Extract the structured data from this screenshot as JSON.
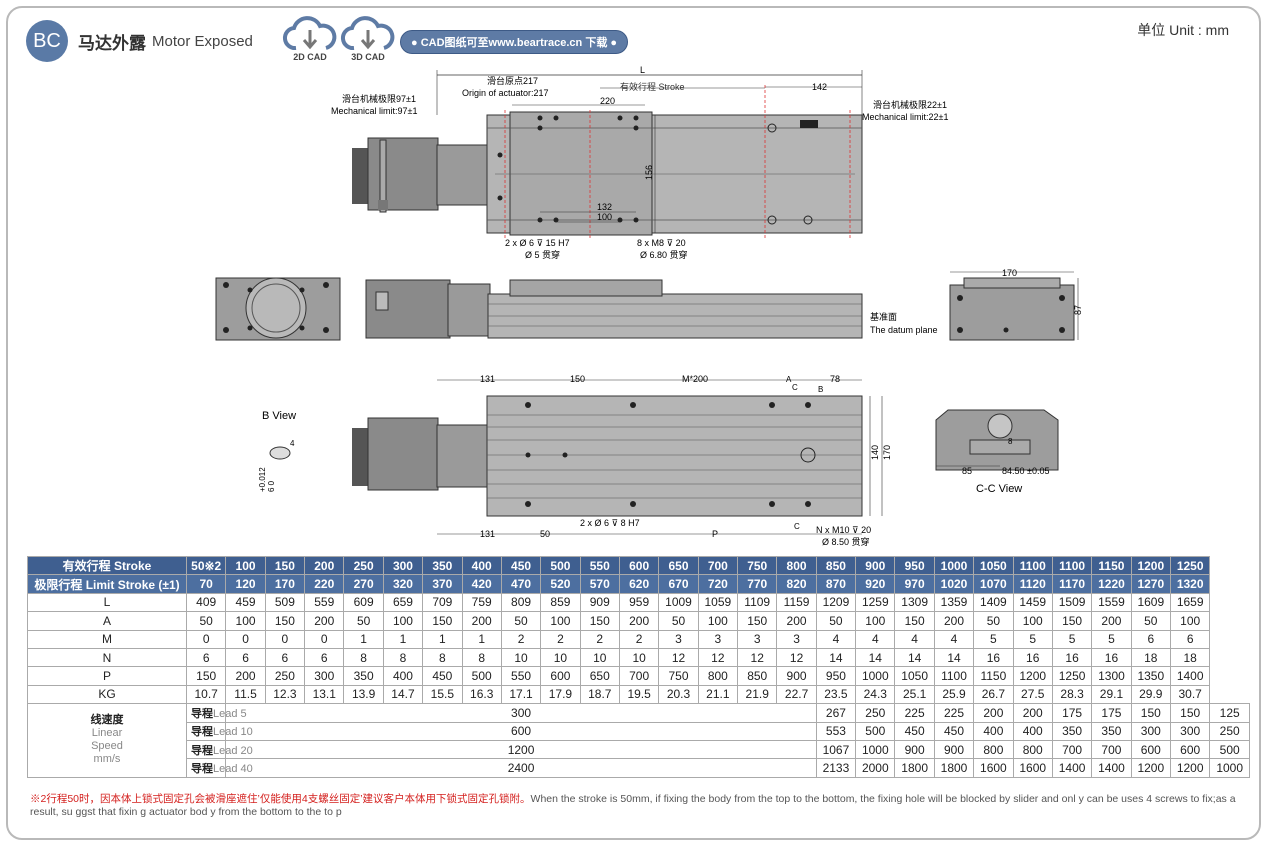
{
  "header": {
    "badge": "BC",
    "title_cn": "马达外露",
    "title_en": "Motor Exposed",
    "cad_2d": "2D CAD",
    "cad_3d": "3D CAD",
    "download_text": "● CAD图纸可至www.beartrace.cn 下载 ●",
    "unit": "单位 Unit : mm"
  },
  "drawing": {
    "top_labels": {
      "L": "L",
      "origin_cn": "滑台原点217",
      "origin_en": "Origin of actuator:217",
      "stroke": "有效行程 Stroke",
      "d142": "142",
      "mech_left_cn": "滑台机械极限97±1",
      "mech_left_en": "Mechanical limit:97±1",
      "mech_right_cn": "滑台机械极限22±1",
      "mech_right_en": "Mechanical limit:22±1",
      "d220": "220",
      "d156": "156",
      "d132": "132",
      "d100": "100",
      "hole1a": "2 x Ø 6 ⊽ 15 H7",
      "hole1b": "Ø 5 贯穿",
      "hole2a": "8 x M8 ⊽ 20",
      "hole2b": "Ø 6.80 贯穿"
    },
    "side_labels": {
      "d170": "170",
      "d87": "87",
      "datum_cn": "基准面",
      "datum_en": "The datum plane"
    },
    "bottom_labels": {
      "d131a": "131",
      "d150": "150",
      "m200": "M*200",
      "A": "A",
      "C": "C",
      "B": "B",
      "d78": "78",
      "d140": "140",
      "d170": "170",
      "d131b": "131",
      "d50": "50",
      "P": "P",
      "hole3": "2 x Ø 6 ⊽ 8 H7",
      "hole4a": "N x M10 ⊽ 20",
      "hole4b": "Ø 8.50 贯穿",
      "bview": "B View",
      "bview_4": "4",
      "bview_tol": "+0.012",
      "bview_6": "6 0",
      "cc_85": "85",
      "cc_8450": "84.50 ±0.05",
      "cc_8": "8",
      "cc_view": "C-C View"
    }
  },
  "table": {
    "stroke_label": "有效行程 Stroke",
    "limit_label": "极限行程 Limit Stroke (±1)",
    "strokes": [
      "50※2",
      "100",
      "150",
      "200",
      "250",
      "300",
      "350",
      "400",
      "450",
      "500",
      "550",
      "600",
      "650",
      "700",
      "750",
      "800",
      "850",
      "900",
      "950",
      "1000",
      "1050",
      "1100",
      "1100",
      "1150",
      "1200",
      "1250"
    ],
    "limits": [
      "70",
      "120",
      "170",
      "220",
      "270",
      "320",
      "370",
      "420",
      "470",
      "520",
      "570",
      "620",
      "670",
      "720",
      "770",
      "820",
      "870",
      "920",
      "970",
      "1020",
      "1070",
      "1120",
      "1170",
      "1220",
      "1270",
      "1320"
    ],
    "rows": [
      {
        "label": "L",
        "values": [
          "409",
          "459",
          "509",
          "559",
          "609",
          "659",
          "709",
          "759",
          "809",
          "859",
          "909",
          "959",
          "1009",
          "1059",
          "1109",
          "1159",
          "1209",
          "1259",
          "1309",
          "1359",
          "1409",
          "1459",
          "1509",
          "1559",
          "1609",
          "1659"
        ]
      },
      {
        "label": "A",
        "values": [
          "50",
          "100",
          "150",
          "200",
          "50",
          "100",
          "150",
          "200",
          "50",
          "100",
          "150",
          "200",
          "50",
          "100",
          "150",
          "200",
          "50",
          "100",
          "150",
          "200",
          "50",
          "100",
          "150",
          "200",
          "50",
          "100"
        ]
      },
      {
        "label": "M",
        "values": [
          "0",
          "0",
          "0",
          "0",
          "1",
          "1",
          "1",
          "1",
          "2",
          "2",
          "2",
          "2",
          "3",
          "3",
          "3",
          "3",
          "4",
          "4",
          "4",
          "4",
          "5",
          "5",
          "5",
          "5",
          "6",
          "6"
        ]
      },
      {
        "label": "N",
        "values": [
          "6",
          "6",
          "6",
          "6",
          "8",
          "8",
          "8",
          "8",
          "10",
          "10",
          "10",
          "10",
          "12",
          "12",
          "12",
          "12",
          "14",
          "14",
          "14",
          "14",
          "16",
          "16",
          "16",
          "16",
          "18",
          "18"
        ]
      },
      {
        "label": "P",
        "values": [
          "150",
          "200",
          "250",
          "300",
          "350",
          "400",
          "450",
          "500",
          "550",
          "600",
          "650",
          "700",
          "750",
          "800",
          "850",
          "900",
          "950",
          "1000",
          "1050",
          "1100",
          "1150",
          "1200",
          "1250",
          "1300",
          "1350",
          "1400"
        ]
      },
      {
        "label": "KG",
        "values": [
          "10.7",
          "11.5",
          "12.3",
          "13.1",
          "13.9",
          "14.7",
          "15.5",
          "16.3",
          "17.1",
          "17.9",
          "18.7",
          "19.5",
          "20.3",
          "21.1",
          "21.9",
          "22.7",
          "23.5",
          "24.3",
          "25.1",
          "25.9",
          "26.7",
          "27.5",
          "28.3",
          "29.1",
          "29.9",
          "30.7"
        ]
      }
    ],
    "speed_label_cn": "线速度",
    "speed_label_en1": "Linear",
    "speed_label_en2": "Speed",
    "speed_unit": "mm/s",
    "lead_cn": "导程",
    "speed_rows": [
      {
        "lead": "Lead 5",
        "merged": "300",
        "values": [
          "267",
          "250",
          "225",
          "225",
          "200",
          "200",
          "175",
          "175",
          "150",
          "150",
          "125"
        ]
      },
      {
        "lead": "Lead 10",
        "merged": "600",
        "values": [
          "553",
          "500",
          "450",
          "450",
          "400",
          "400",
          "350",
          "350",
          "300",
          "300",
          "250"
        ]
      },
      {
        "lead": "Lead 20",
        "merged": "1200",
        "values": [
          "1067",
          "1000",
          "900",
          "900",
          "800",
          "800",
          "700",
          "700",
          "600",
          "600",
          "500"
        ]
      },
      {
        "lead": "Lead 40",
        "merged": "2400",
        "values": [
          "2133",
          "2000",
          "1800",
          "1800",
          "1600",
          "1600",
          "1400",
          "1400",
          "1200",
          "1200",
          "1000"
        ]
      }
    ]
  },
  "note": {
    "cn": "※2行程50时，因本体上锁式固定孔会被滑座遮住’仅能使用4支螺丝固定’建议客户本体用下锁式固定孔锁附。",
    "en": "When the stroke is 50mm, if fixing the body from the top to the bottom, the fixing hole will be blocked by slider and onl  y can be uses 4 screws to fix;as a result, su  ggst that fixin  g actuator bod  y from the bottom to the to  p"
  }
}
